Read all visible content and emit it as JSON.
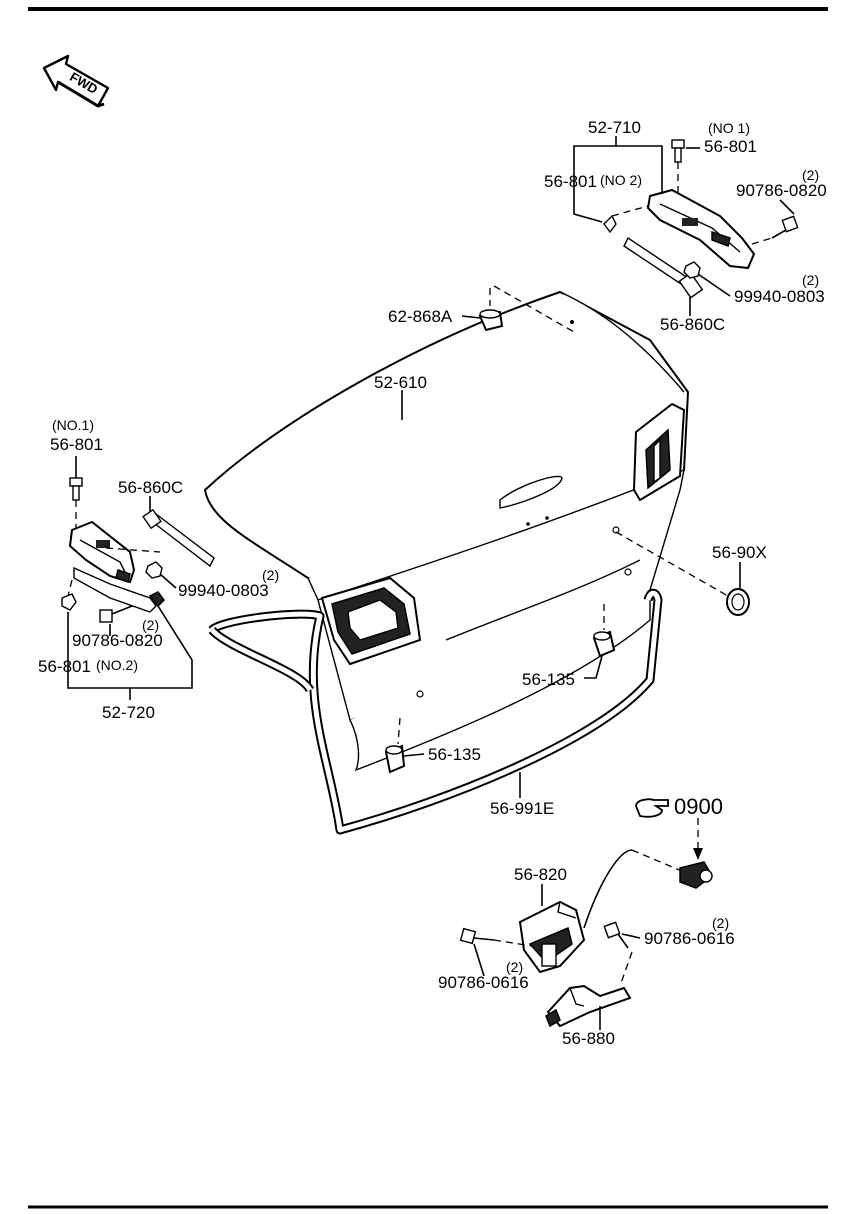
{
  "direction_marker": {
    "text": "FWD",
    "icon": "fwd-arrow-icon"
  },
  "labels": {
    "p52_710": "52-710",
    "p56_801_no1_top_note": "(NO 1)",
    "p56_801_no1_top": "56-801",
    "p56_801_no2_top": "56-801",
    "p56_801_no2_top_note": "(NO 2)",
    "p90786_0820_top_qty": "(2)",
    "p90786_0820_top": "90786-0820",
    "p99940_0803_top_qty": "(2)",
    "p99940_0803_top": "99940-0803",
    "p56_860c_top": "56-860C",
    "p62_868a": "62-868A",
    "p52_610": "52-610",
    "p56_801_no1_left_note": "(NO.1)",
    "p56_801_no1_left": "56-801",
    "p56_860c_left": "56-860C",
    "p99940_0803_left_qty": "(2)",
    "p99940_0803_left": "99940-0803",
    "p90786_0820_left_qty": "(2)",
    "p90786_0820_left": "90786-0820",
    "p56_801_no2_left": "56-801",
    "p56_801_no2_left_note": "(NO.2)",
    "p52_720": "52-720",
    "p56_90x": "56-90X",
    "p56_135_right": "56-135",
    "p56_135_left": "56-135",
    "p56_991e": "56-991E",
    "p0900": "0900",
    "p56_820": "56-820",
    "p90786_0616_right_qty": "(2)",
    "p90786_0616_right": "90786-0616",
    "p90786_0616_left_qty": "(2)",
    "p90786_0616_left": "90786-0616",
    "p56_880": "56-880"
  },
  "icons": {
    "reference_hand": "pointing-hand-icon"
  }
}
